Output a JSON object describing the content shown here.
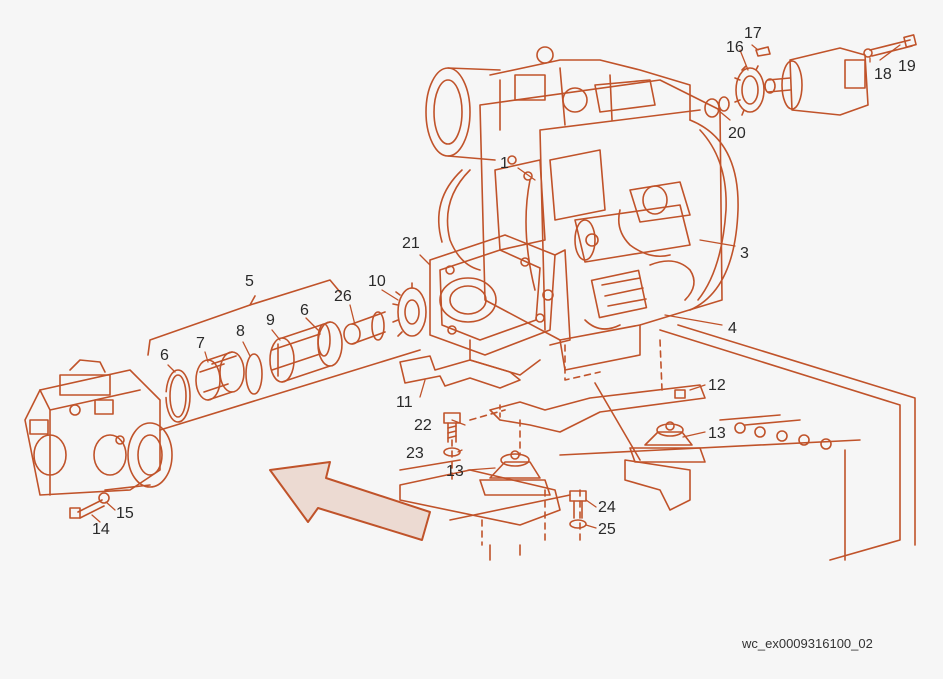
{
  "drawing": {
    "line_color": "#c0532a",
    "label_color": "#2a2a2a",
    "background": "#f6f6f6",
    "callouts": {
      "c1": "1",
      "c3": "3",
      "c4": "4",
      "c5": "5",
      "c6a": "6",
      "c6b": "6",
      "c7": "7",
      "c8": "8",
      "c9": "9",
      "c10": "10",
      "c11": "11",
      "c12": "12",
      "c13a": "13",
      "c13b": "13",
      "c14": "14",
      "c15": "15",
      "c16": "16",
      "c17": "17",
      "c18": "18",
      "c19": "19",
      "c20": "20",
      "c21": "21",
      "c22": "22",
      "c23": "23",
      "c24": "24",
      "c25": "25",
      "c26": "26"
    },
    "reference": "wc_ex0009316100_02"
  }
}
